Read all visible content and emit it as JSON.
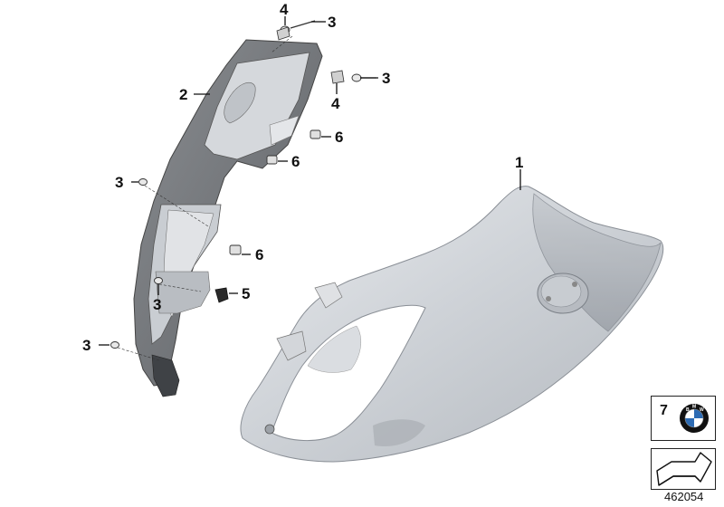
{
  "diagram": {
    "callouts": {
      "c1": "1",
      "c2": "2",
      "c3a": "3",
      "c3b": "3",
      "c3c": "3",
      "c3d": "3",
      "c3e": "3",
      "c4a": "4",
      "c4b": "4",
      "c5": "5",
      "c6a": "6",
      "c6b": "6",
      "c6c": "6"
    },
    "legend": {
      "item7_number": "7",
      "logo_icon": "bmw-roundel-icon",
      "arrow_icon": "arrow-symbol-icon"
    },
    "catalog_number": "462054"
  }
}
